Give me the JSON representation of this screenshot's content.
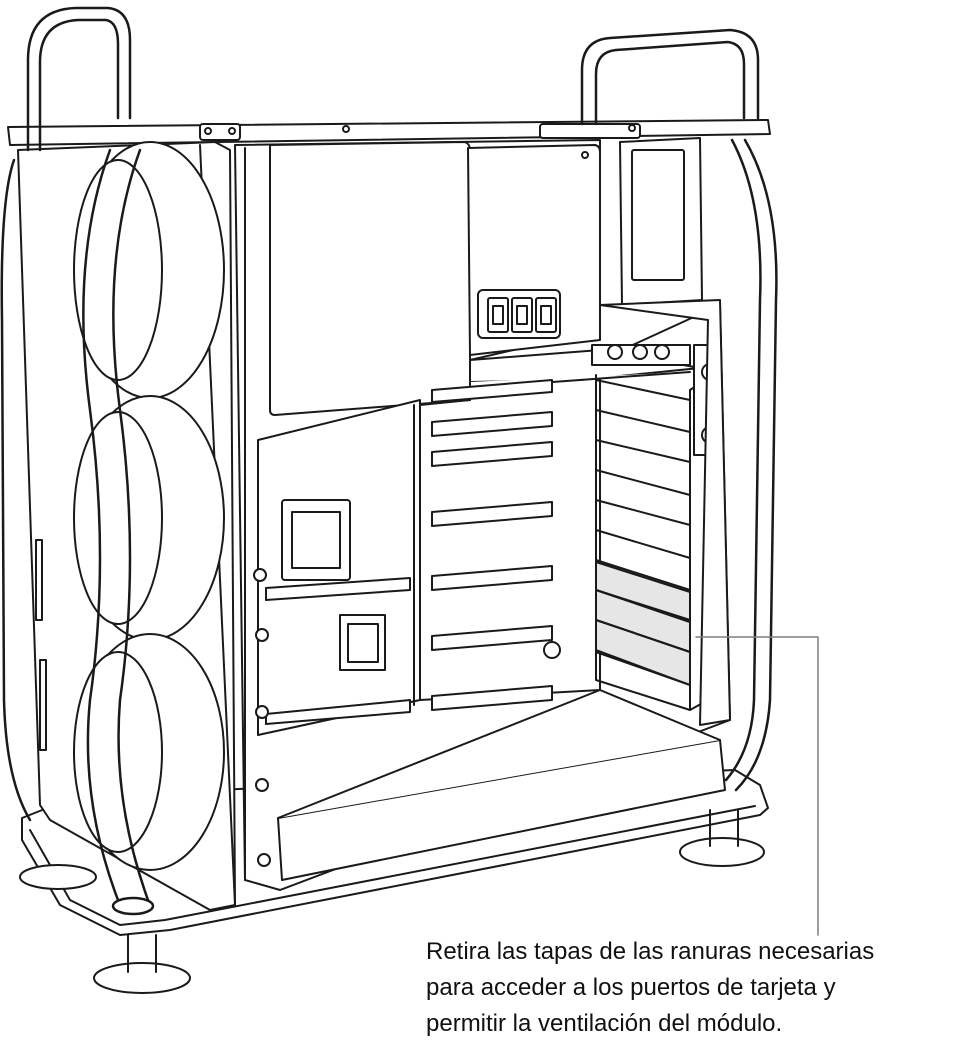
{
  "callout": {
    "lines": [
      "Retira las tapas de las ranuras necesarias",
      "para acceder a los puertos de tarjeta y",
      "permitir la ventilación del módulo."
    ]
  },
  "colors": {
    "line": "#1a1a1a",
    "highlight": "#e6e6e6",
    "leader": "#7f7f7f",
    "text": "#111111"
  }
}
